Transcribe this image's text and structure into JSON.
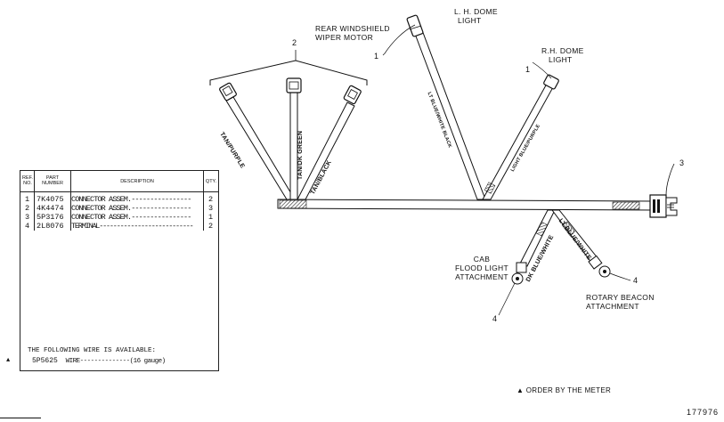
{
  "figure_id": "177976",
  "note": "▲ ORDER BY THE METER",
  "labels": {
    "rear_windshield_wiper_motor": [
      "REAR WINDSHIELD",
      "WIPER MOTOR"
    ],
    "lh_dome_light": [
      "L. H. DOME",
      "LIGHT"
    ],
    "rh_dome_light": [
      "R.H. DOME",
      "LIGHT"
    ],
    "cab_flood_light": [
      "CAB",
      "FLOOD LIGHT",
      "ATTACHMENT"
    ],
    "rotary_beacon": [
      "ROTARY BEACON",
      "ATTACHMENT"
    ]
  },
  "wire_labels": {
    "tan_purple": "TAN/PURPLE",
    "tan_green": "TAN/DK GREEN",
    "tan_black": "TAN/BLACK",
    "lh_wire": "LT BLUE/WHITE BLACK",
    "rh_wire": "LIGHT BLUE/PURPLE",
    "dk_blue_white": "DK BLUE/WHITE",
    "lt_blue_white": "LT BLUE/WHITE"
  },
  "ref_callouts": {
    "connectors_group": "2",
    "rear_wiper": "1",
    "rh_dome": "1",
    "end_connector": "3",
    "cab_flood": "4",
    "rotary_beacon": "4"
  },
  "parts_table": {
    "headers": {
      "ref": "REF. NO.",
      "part": "PART NUMBER",
      "description": "DESCRIPTION",
      "qty": "QTY."
    },
    "rows": [
      {
        "ref": "1",
        "part": "7K4075",
        "description": "CONNECTOR ASSEM.----------------",
        "qty": "2"
      },
      {
        "ref": "2",
        "part": "4K4474",
        "description": "CONNECTOR ASSEM.----------------",
        "qty": "3"
      },
      {
        "ref": "3",
        "part": "5P3176",
        "description": "CONNECTOR ASSEM.----------------",
        "qty": "1"
      },
      {
        "ref": "4",
        "part": "2L8076",
        "description": "TERMINAL---------------------------",
        "qty": "2"
      }
    ],
    "footer_heading": "THE FOLLOWING WIRE IS AVAILABLE:",
    "footer_row": {
      "marker": "▲",
      "part": "5P5625",
      "description": "WIRE--------------(16 gauge)"
    }
  }
}
